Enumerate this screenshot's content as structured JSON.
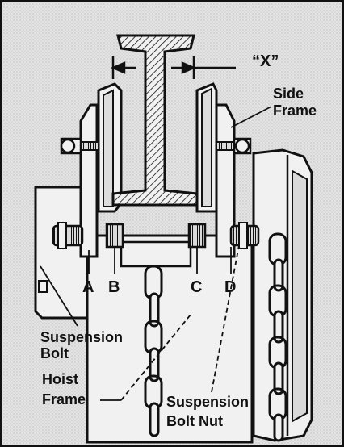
{
  "diagram": {
    "dimension_label": "“X”",
    "labels": {
      "side_frame_line1": "Side",
      "side_frame_line2": "Frame",
      "letter_a": "A",
      "letter_b": "B",
      "letter_c": "C",
      "letter_d": "D",
      "suspension_bolt_line1": "Suspension",
      "suspension_bolt_line2": "Bolt",
      "hoist_frame_line1": "Hoist",
      "hoist_frame_line2": "Frame",
      "suspension_bolt_nut_line1": "Suspension",
      "suspension_bolt_nut_line2": "Bolt Nut"
    },
    "colors": {
      "ink": "#111111",
      "paper": "#e3e3e3",
      "part_fill": "#f1f1f1",
      "shade": "#cfcfcf"
    }
  }
}
